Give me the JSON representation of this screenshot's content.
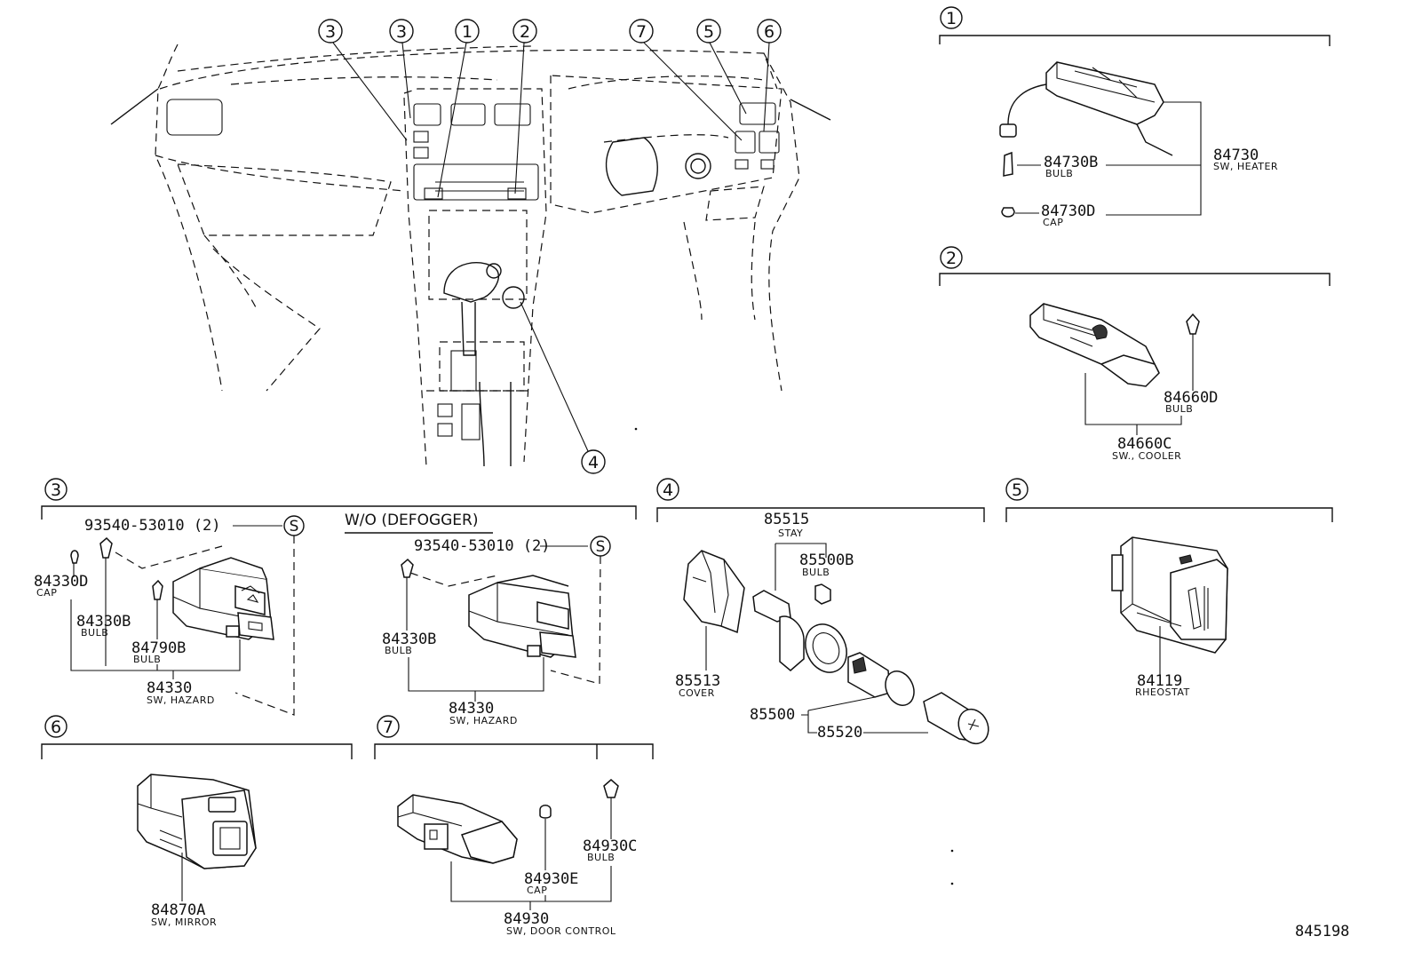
{
  "diagram_id": "845198",
  "overview": {
    "callouts": [
      {
        "id": "ov-3a",
        "label": "3"
      },
      {
        "id": "ov-3b",
        "label": "3"
      },
      {
        "id": "ov-1",
        "label": "1"
      },
      {
        "id": "ov-2",
        "label": "2"
      },
      {
        "id": "ov-7",
        "label": "7"
      },
      {
        "id": "ov-5",
        "label": "5"
      },
      {
        "id": "ov-6",
        "label": "6"
      },
      {
        "id": "ov-4",
        "label": "4"
      }
    ]
  },
  "groups": [
    {
      "id": "g1",
      "label": "1",
      "parts": [
        {
          "number": "84730",
          "desc": "SW, HEATER"
        },
        {
          "number": "84730B",
          "desc": "BULB"
        },
        {
          "number": "84730D",
          "desc": "CAP"
        }
      ]
    },
    {
      "id": "g2",
      "label": "2",
      "parts": [
        {
          "number": "84660D",
          "desc": "BULB"
        },
        {
          "number": "84660C",
          "desc": "SW., COOLER"
        }
      ]
    },
    {
      "id": "g3",
      "label": "3",
      "note": "W/O (DEFOGGER)",
      "parts": [
        {
          "number": "93540-53010 (2)",
          "desc": ""
        },
        {
          "number": "84330D",
          "desc": "CAP"
        },
        {
          "number": "84330B",
          "desc": "BULB"
        },
        {
          "number": "84790B",
          "desc": "BULB"
        },
        {
          "number": "84330",
          "desc": "SW, HAZARD"
        },
        {
          "number": "93540-53010 (2)",
          "desc": ""
        },
        {
          "number": "84330B",
          "desc": "BULB"
        },
        {
          "number": "84330",
          "desc": "SW, HAZARD"
        }
      ],
      "s_symbol": "S"
    },
    {
      "id": "g4",
      "label": "4",
      "parts": [
        {
          "number": "85515",
          "desc": "STAY"
        },
        {
          "number": "85500B",
          "desc": "BULB"
        },
        {
          "number": "85513",
          "desc": "COVER"
        },
        {
          "number": "85500",
          "desc": ""
        },
        {
          "number": "85520",
          "desc": ""
        }
      ]
    },
    {
      "id": "g5",
      "label": "5",
      "parts": [
        {
          "number": "84119",
          "desc": "RHEOSTAT"
        }
      ]
    },
    {
      "id": "g6",
      "label": "6",
      "parts": [
        {
          "number": "84870A",
          "desc": "SW, MIRROR"
        }
      ]
    },
    {
      "id": "g7",
      "label": "7",
      "parts": [
        {
          "number": "84930C",
          "desc": "BULB"
        },
        {
          "number": "84930E",
          "desc": "CAP"
        },
        {
          "number": "84930",
          "desc": "SW, DOOR CONTROL"
        }
      ]
    }
  ]
}
